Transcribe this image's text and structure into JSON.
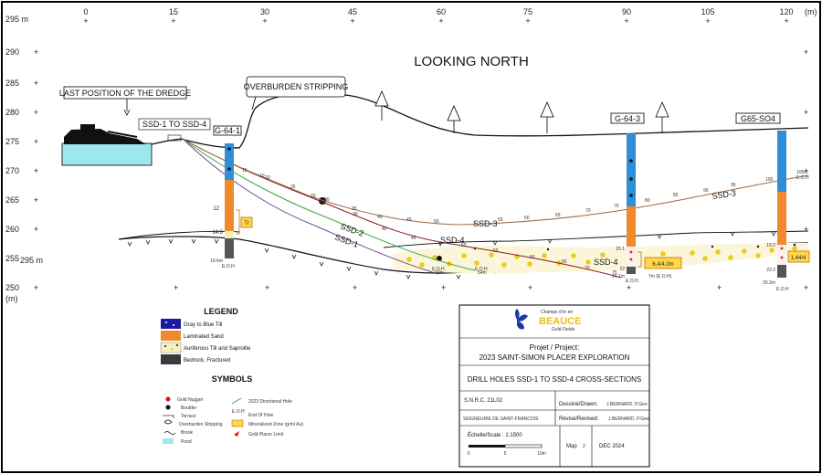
{
  "x_axis": {
    "unit_label": "(m)",
    "ticks": [
      "0",
      "15",
      "30",
      "45",
      "60",
      "75",
      "90",
      "105",
      "120"
    ]
  },
  "y_axis": {
    "top_label": "295 m",
    "ticks": [
      "290",
      "285",
      "280",
      "275",
      "270",
      "265",
      "260",
      "255",
      "250"
    ],
    "bottom_label": "(m)",
    "inner_label": "295 m"
  },
  "view_title": "LOOKING NORTH",
  "callouts": {
    "dredge": "LAST POSITION OF THE DREDGE",
    "overburden": "OVERBURDEN STRIPPING",
    "ssd_range": "SSD-1 TO SSD-4"
  },
  "holes": {
    "g641": {
      "name": "G-64-1",
      "depth_12": "12",
      "depth_146": "14.6",
      "eoh_depth": "19.6m",
      "eoh": "E.O.H.",
      "tr": "Tr"
    },
    "g643": {
      "name": "G-64-3",
      "depth_201": "20.1",
      "depth_22": "22",
      "eoh_depth": "24.1m",
      "eoh": "E.O.H.",
      "grade": "6,4/4,0m",
      "dohn": "7m (E.O.H)"
    },
    "g65": {
      "name": "G65-SO4",
      "depth_192": "19.2",
      "depth_232": "23.2",
      "eoh_depth": "26.2m",
      "eoh": "E.O.H",
      "grade": "1,44/4"
    }
  },
  "ssd": {
    "ssd1": "SSD-1",
    "ssd2": "SSD-2",
    "ssd3a": "SSD-3",
    "ssd3b": "SSD-3",
    "ssd4a": "SSD-4",
    "ssd4b": "SSD-4",
    "eoh1": "E.O.H.",
    "eoh2": "E.O.H.",
    "eoh3": "E.O.H",
    "d50": "50m",
    "d54": "54m",
    "d105": "105m",
    "ssd3_ticks": [
      "10",
      "15",
      "20",
      "25",
      "30",
      "35",
      "40",
      "45",
      "50",
      "55",
      "60",
      "65",
      "70",
      "75",
      "80",
      "85",
      "90",
      "95",
      "100"
    ],
    "ssd4_ticks": [
      "10",
      "20",
      "30",
      "40",
      "45",
      "50",
      "55",
      "60",
      "65",
      "70",
      "75"
    ]
  },
  "legend": {
    "title": "LEGEND",
    "items": [
      "Gray to Blue Till",
      "Laminated Sand",
      "Auriferous Till and Saprolite",
      "Bedrock, Fractured"
    ],
    "colors": [
      "#1a1aa0",
      "#f08a2a",
      "#f6efc0",
      "#3a3a3a"
    ]
  },
  "symbols": {
    "title": "SYMBOLS",
    "left": [
      "Gold Nugget",
      "Boulder",
      "Terrace",
      "Overburden Stripping",
      "Brook",
      "Pond"
    ],
    "right": [
      "2023 Directional Hole",
      "E.O.H",
      "End Of Hole",
      "Mineralized Zone (g/m/ Au)",
      "Gold Placer Limit"
    ]
  },
  "title_block": {
    "logo_line1": "Champs d'or en",
    "logo_line2": "BEAUCE",
    "logo_line3": "Gold Fields",
    "project_label": "Projet / Project:",
    "project_name": "2023 SAINT-SIMON PLACER EXPLORATION",
    "drawing_title": "DRILL HOLES SSD-1 TO SSD-4 CROSS-SECTIONS",
    "snrc": "S.N.R.C. 21L02",
    "drawn_label": "Dessiné/Drawn:",
    "drawn_by": "J.BERNARD, P.Geo",
    "seigneurie": "SEIGNEURIE DE SAINT-FRANCOIS",
    "revised_label": "Révisé/Revised:",
    "revised_by": "J.BERNARD, P.Geo",
    "scale_label": "Échelle/Scale : 1:1500",
    "scale_ticks": [
      "0",
      "5",
      "10m"
    ],
    "map_label": "Map",
    "map_number": "2",
    "date": "DEC 2024"
  }
}
